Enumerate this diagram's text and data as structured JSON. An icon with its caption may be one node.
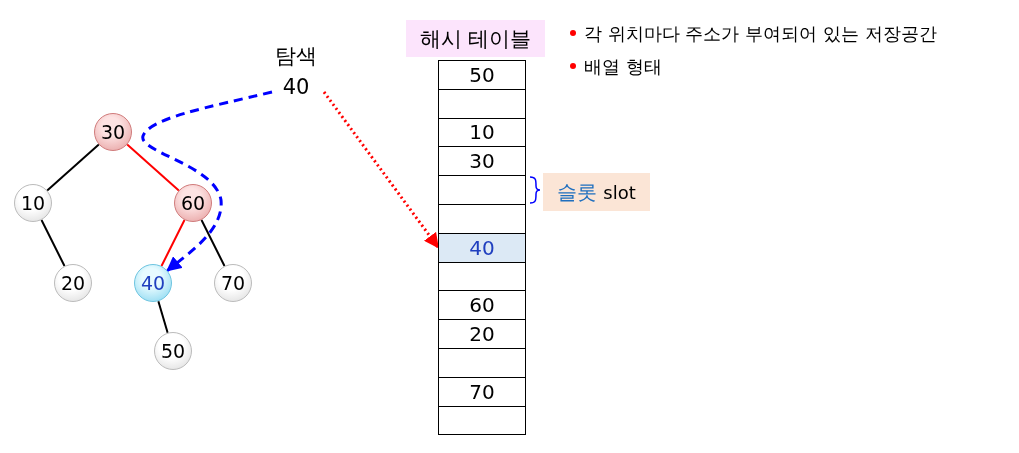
{
  "diagram": {
    "nodes": [
      {
        "text": [
          "탐색",
          "40"
        ]
      },
      {
        "text": [
          "30"
        ]
      },
      {
        "text": [
          "10"
        ]
      },
      {
        "text": [
          "60"
        ]
      },
      {
        "text": [
          "20"
        ]
      },
      {
        "text": [
          "40"
        ]
      },
      {
        "text": [
          "70"
        ]
      },
      {
        "text": [
          "50"
        ]
      },
      {
        "text": [
          "해시 테이블"
        ]
      },
      {
        "text": [
          "50"
        ]
      },
      {
        "text": [],
        "shape": "box"
      },
      {
        "text": [
          "10"
        ]
      },
      {
        "text": [
          "30"
        ]
      },
      {
        "text": [],
        "shape": "box"
      },
      {
        "text": [],
        "shape": "box"
      },
      {
        "text": [
          "40"
        ]
      },
      {
        "text": [],
        "shape": "box"
      },
      {
        "text": [
          "60"
        ]
      },
      {
        "text": [
          "20"
        ]
      },
      {
        "text": [],
        "shape": "box"
      },
      {
        "text": [
          "70"
        ]
      },
      {
        "text": [],
        "shape": "box"
      },
      {
        "text": [
          "슬롯",
          "slot"
        ]
      }
    ],
    "edges": [
      {
        "from": 1,
        "to": 2,
        "arrow": "none"
      },
      {
        "from": 1,
        "to": 3,
        "arrow": "none",
        "color": "#ff0000"
      },
      {
        "from": 2,
        "to": 4,
        "arrow": "none"
      },
      {
        "from": 3,
        "to": 5,
        "arrow": "none",
        "color": "#ff0000"
      },
      {
        "from": 3,
        "to": 6,
        "arrow": "none"
      },
      {
        "from": 5,
        "to": 7,
        "arrow": "none"
      },
      {
        "from": 0,
        "to": 5,
        "arrow": "to",
        "style": "dashed",
        "color": "#0000ff"
      },
      {
        "from": 0,
        "to": 15,
        "arrow": "to",
        "style": "dashed",
        "color": "#ff0000"
      }
    ],
    "labels": [
      "각 위치마다 주소가 부여되어 있는 저장공간",
      "배열 형태"
    ]
  }
}
